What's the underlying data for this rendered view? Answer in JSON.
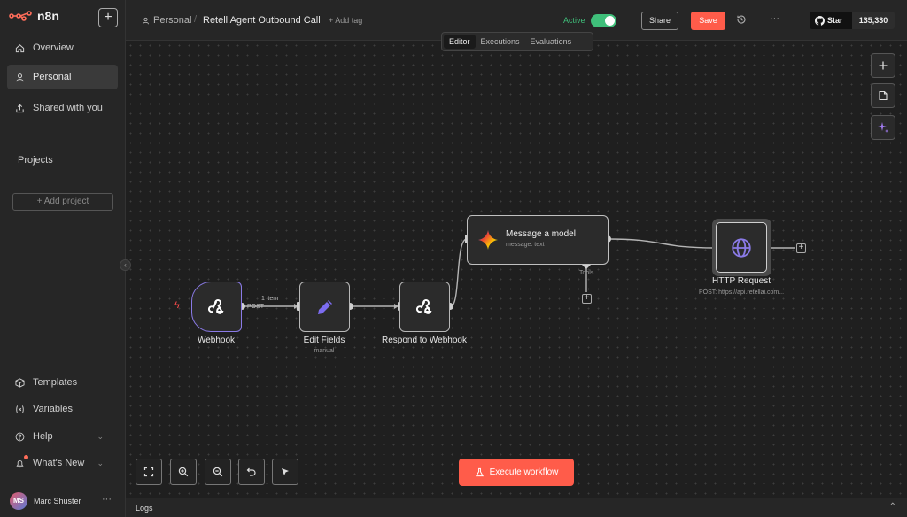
{
  "app": {
    "name": "n8n"
  },
  "sidebar": {
    "new_button": "+",
    "nav": [
      {
        "label": "Overview",
        "icon": "home-icon"
      },
      {
        "label": "Personal",
        "icon": "user-icon",
        "active": true
      },
      {
        "label": "Shared with you",
        "icon": "share-icon"
      }
    ],
    "projects_label": "Projects",
    "add_project_label": "+ Add project",
    "bottom_nav": [
      {
        "label": "Templates",
        "icon": "box-icon"
      },
      {
        "label": "Variables",
        "icon": "variables-icon"
      },
      {
        "label": "Help",
        "icon": "help-icon",
        "has_chevron": true
      },
      {
        "label": "What's New",
        "icon": "bell-icon",
        "has_chevron": true,
        "notification": true
      }
    ],
    "user": {
      "initials": "MS",
      "name": "Marc Shuster"
    }
  },
  "header": {
    "breadcrumb_project": "Personal",
    "workflow_title": "Retell Agent Outbound Call",
    "add_tag": "+ Add tag",
    "active_label": "Active",
    "active": true,
    "share_label": "Share",
    "save_label": "Save",
    "github": {
      "star_label": "Star",
      "count": "135,330"
    }
  },
  "tabs": [
    {
      "label": "Editor",
      "active": true
    },
    {
      "label": "Executions"
    },
    {
      "label": "Evaluations"
    }
  ],
  "workflow": {
    "nodes": {
      "webhook": {
        "label": "Webhook",
        "icon": "webhook-icon"
      },
      "edit_fields": {
        "label": "Edit Fields",
        "sub": "manual",
        "icon": "pencil-icon"
      },
      "respond": {
        "label": "Respond to Webhook",
        "icon": "webhook-icon"
      },
      "message_model": {
        "title": "Message a model",
        "sub": "message: text",
        "icon": "gemini-icon",
        "tools_label": "Tools"
      },
      "http": {
        "label": "HTTP Request",
        "sub": "POST: https://api.retellai.com...",
        "icon": "globe-icon"
      }
    },
    "edge_labels": {
      "items": "1 item",
      "method": "POST"
    }
  },
  "execute_label": "Execute workflow",
  "logs_label": "Logs",
  "colors": {
    "accent": "#ff5c4a",
    "active_green": "#3fbf7a",
    "trigger_border": "#8a7ae6",
    "icon_purple": "#7c6cf0"
  }
}
